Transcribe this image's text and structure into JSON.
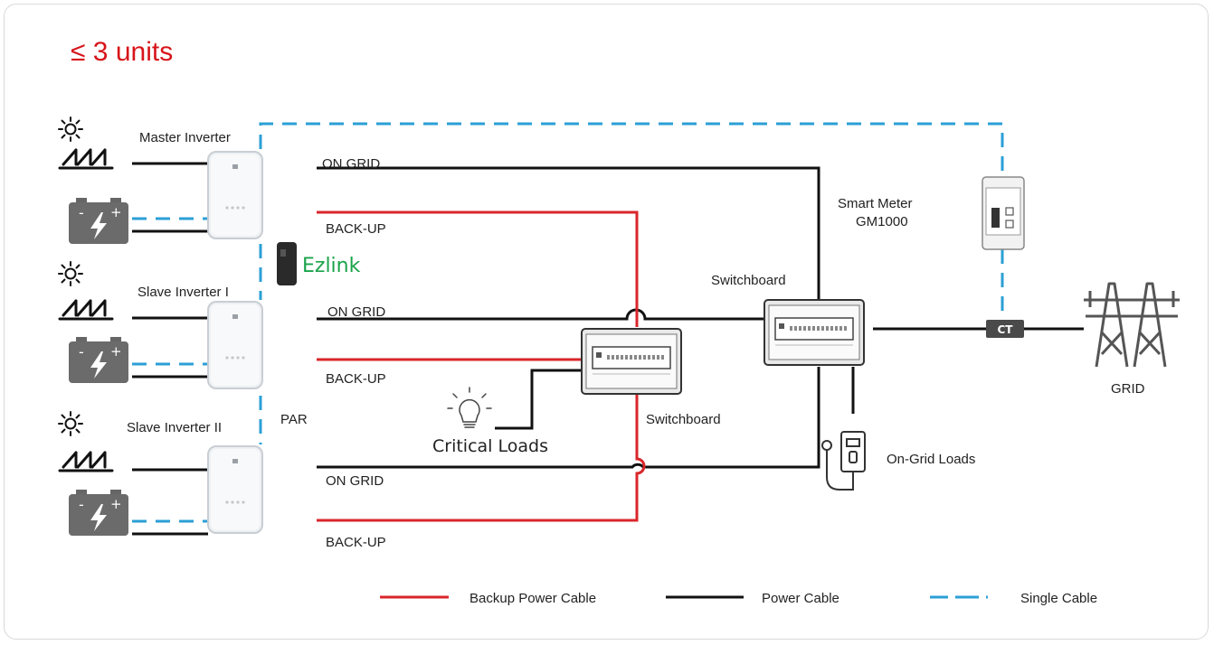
{
  "title": "≤ 3 units",
  "colors": {
    "heading": "#d7141a",
    "backup_cable": "#d9262b",
    "power_cable": "#111111",
    "single_cable": "#2b9fd6",
    "brand_green": "#1aa34a"
  },
  "inverters": [
    {
      "name": "Master Inverter",
      "on_grid": "ON GRID",
      "back_up": "BACK-UP"
    },
    {
      "name": "Slave Inverter I",
      "on_grid": "ON GRID",
      "back_up": "BACK-UP"
    },
    {
      "name": "Slave Inverter II",
      "on_grid": "ON GRID",
      "back_up": "BACK-UP"
    }
  ],
  "ezlink": "Ezlink",
  "par": "PAR",
  "critical_loads": "Critical Loads",
  "backup_switchboard": "Switchboard",
  "main_switchboard": "Switchboard",
  "smart_meter": {
    "line1": "Smart Meter",
    "line2": "GM1000"
  },
  "ct": "CT",
  "grid": "GRID",
  "on_grid_loads": "On-Grid Loads",
  "legend": [
    {
      "label": "Backup Power Cable",
      "style": "backup"
    },
    {
      "label": "Power Cable",
      "style": "power"
    },
    {
      "label": "Single Cable",
      "style": "single"
    }
  ],
  "icons": [
    "sun-icon",
    "solar-panel-icon",
    "battery-icon",
    "inverter-icon",
    "ezlink-dongle-icon",
    "light-bulb-icon",
    "switchboard-icon",
    "smart-meter-icon",
    "ct-sensor-icon",
    "grid-tower-icon",
    "ev-charger-icon"
  ]
}
